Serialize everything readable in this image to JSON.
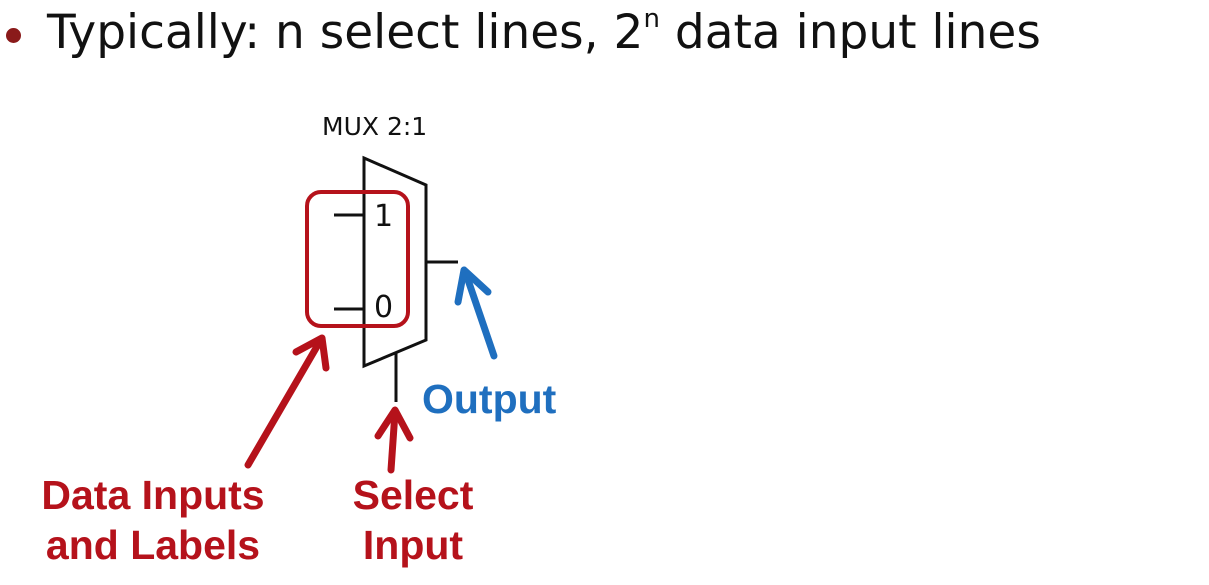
{
  "bullet": {
    "text_before": "Typically: n select lines, 2",
    "superscript": "n",
    "text_after": " data input lines"
  },
  "mux": {
    "title": "MUX 2:1",
    "port_top": "1",
    "port_bottom": "0"
  },
  "labels": {
    "output": "Output",
    "select_line1": "Select",
    "select_line2": "Input",
    "data_line1": "Data Inputs",
    "data_line2": "and Labels"
  },
  "colors": {
    "bullet": "#8a1a1a",
    "red": "#b5121b",
    "blue": "#1f6fbf",
    "line": "#111111"
  }
}
